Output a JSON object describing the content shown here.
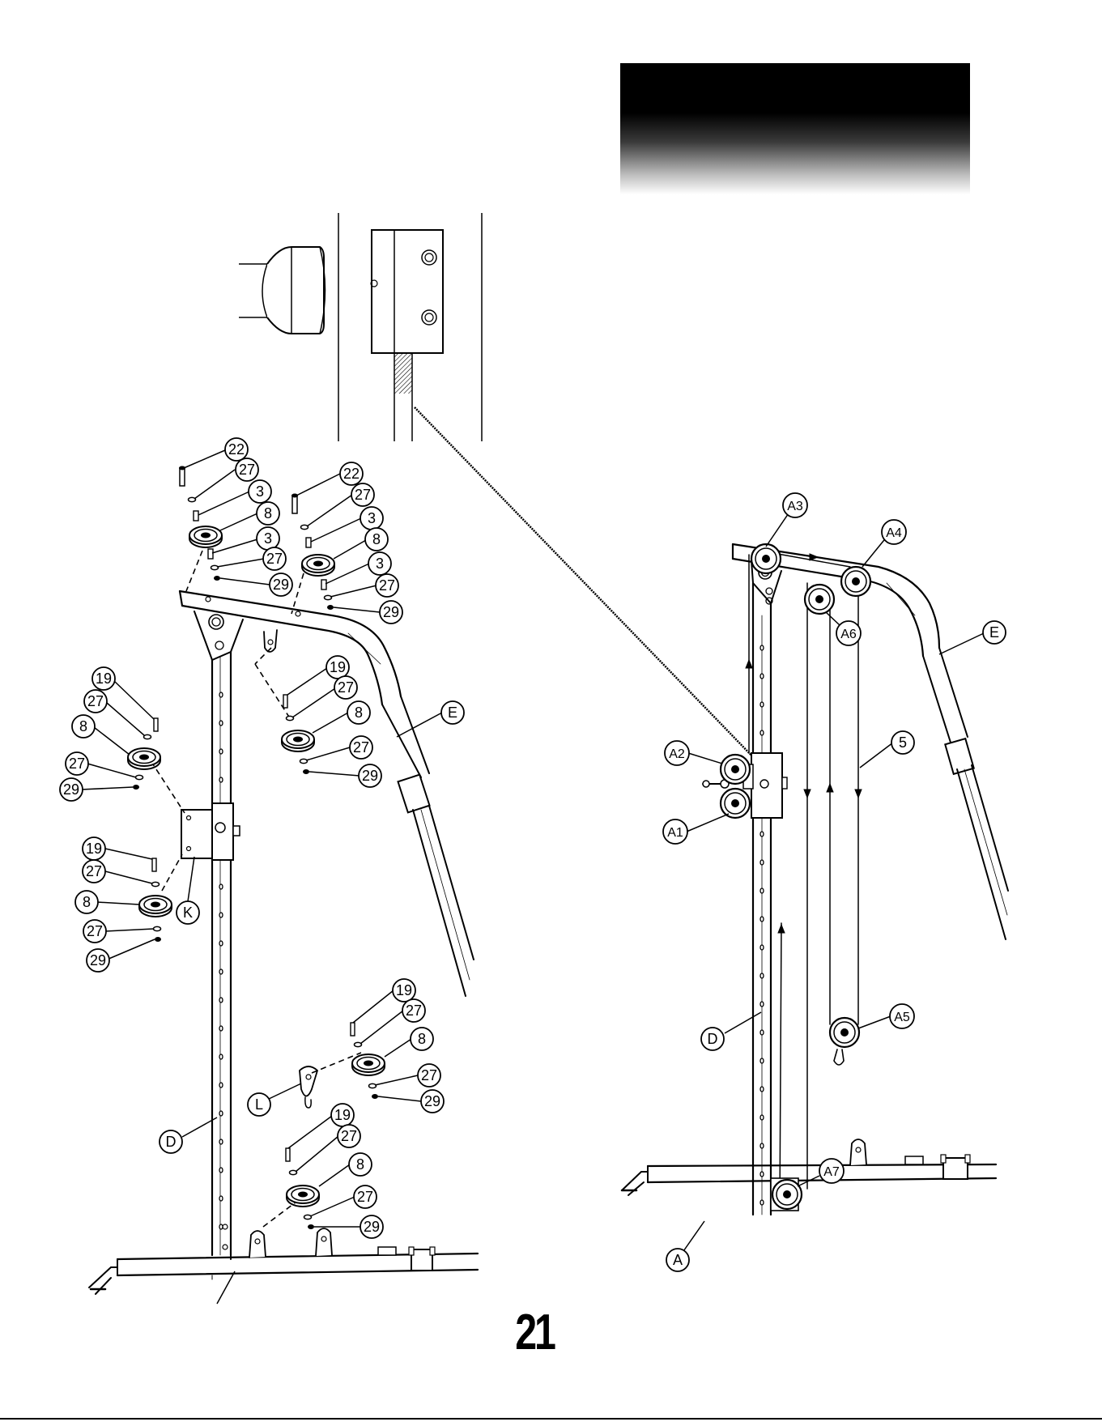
{
  "page_number": "21",
  "left_diagram": {
    "callouts": [
      {
        "id": "l-22a",
        "label": "22"
      },
      {
        "id": "l-27a",
        "label": "27"
      },
      {
        "id": "l-3a",
        "label": "3"
      },
      {
        "id": "l-8a",
        "label": "8"
      },
      {
        "id": "l-3b",
        "label": "3"
      },
      {
        "id": "l-27b",
        "label": "27"
      },
      {
        "id": "l-29a",
        "label": "29"
      },
      {
        "id": "l-22b",
        "label": "22"
      },
      {
        "id": "l-27c",
        "label": "27"
      },
      {
        "id": "l-3c",
        "label": "3"
      },
      {
        "id": "l-8b",
        "label": "8"
      },
      {
        "id": "l-3d",
        "label": "3"
      },
      {
        "id": "l-27d",
        "label": "27"
      },
      {
        "id": "l-29b",
        "label": "29"
      },
      {
        "id": "l-19a",
        "label": "19"
      },
      {
        "id": "l-27e",
        "label": "27"
      },
      {
        "id": "l-8c",
        "label": "8"
      },
      {
        "id": "l-27f",
        "label": "27"
      },
      {
        "id": "l-29c",
        "label": "29"
      },
      {
        "id": "l-19b",
        "label": "19"
      },
      {
        "id": "l-27g",
        "label": "27"
      },
      {
        "id": "l-8d",
        "label": "8"
      },
      {
        "id": "l-27h",
        "label": "27"
      },
      {
        "id": "l-29d",
        "label": "29"
      },
      {
        "id": "l-19c",
        "label": "19"
      },
      {
        "id": "l-27i",
        "label": "27"
      },
      {
        "id": "l-8e",
        "label": "8"
      },
      {
        "id": "l-27j",
        "label": "27"
      },
      {
        "id": "l-29e",
        "label": "29"
      },
      {
        "id": "l-19d",
        "label": "19"
      },
      {
        "id": "l-27k",
        "label": "27"
      },
      {
        "id": "l-8f",
        "label": "8"
      },
      {
        "id": "l-27l",
        "label": "27"
      },
      {
        "id": "l-29f",
        "label": "29"
      },
      {
        "id": "l-19e",
        "label": "19"
      },
      {
        "id": "l-27m",
        "label": "27"
      },
      {
        "id": "l-8g",
        "label": "8"
      },
      {
        "id": "l-27n",
        "label": "27"
      },
      {
        "id": "l-29g",
        "label": "29"
      },
      {
        "id": "l-E",
        "label": "E"
      },
      {
        "id": "l-K",
        "label": "K"
      },
      {
        "id": "l-L",
        "label": "L"
      },
      {
        "id": "l-D",
        "label": "D"
      }
    ]
  },
  "right_diagram": {
    "callouts": [
      {
        "id": "r-A3",
        "label": "A3"
      },
      {
        "id": "r-A4",
        "label": "A4"
      },
      {
        "id": "r-A6",
        "label": "A6"
      },
      {
        "id": "r-E",
        "label": "E"
      },
      {
        "id": "r-5",
        "label": "5"
      },
      {
        "id": "r-A2",
        "label": "A2"
      },
      {
        "id": "r-A1",
        "label": "A1"
      },
      {
        "id": "r-A5",
        "label": "A5"
      },
      {
        "id": "r-D",
        "label": "D"
      },
      {
        "id": "r-A7",
        "label": "A7"
      },
      {
        "id": "r-A",
        "label": "A"
      }
    ]
  }
}
